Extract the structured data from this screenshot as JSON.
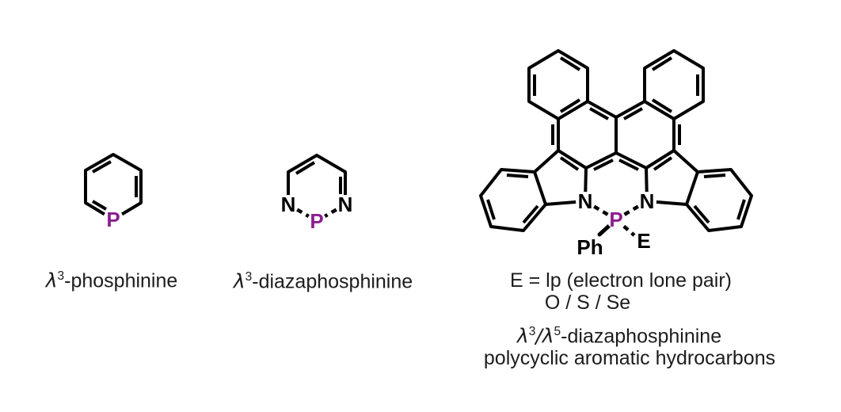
{
  "figure": {
    "background": "#ffffff",
    "colors": {
      "phosphorus": "#8b1e8f",
      "bond": "#000000",
      "text": "#1c1c1c"
    },
    "molecules": [
      {
        "id": "phosphinine",
        "name_pre": "λ",
        "name_sup": "3",
        "name_post": "-phosphinine",
        "atoms": {
          "p": "P"
        }
      },
      {
        "id": "diazaphosphinine",
        "name_pre": "λ",
        "name_sup": "3",
        "name_post": "-diazaphosphinine",
        "atoms": {
          "p": "P",
          "n_left": "N",
          "n_right": "N"
        }
      },
      {
        "id": "diazaphosphinine-pah",
        "atoms": {
          "p": "P",
          "n_left": "N",
          "n_right": "N",
          "phenyl": "Ph",
          "e": "E"
        },
        "annotation_line1": "E = lp (electron lone pair)",
        "annotation_line2": "O / S / Se",
        "name_line1": {
          "pre": "λ",
          "sup1": "3",
          "mid": "/λ",
          "sup2": "5",
          "post": "-diazaphosphinine"
        },
        "name_line2": "polycyclic aromatic hydrocarbons"
      }
    ]
  }
}
